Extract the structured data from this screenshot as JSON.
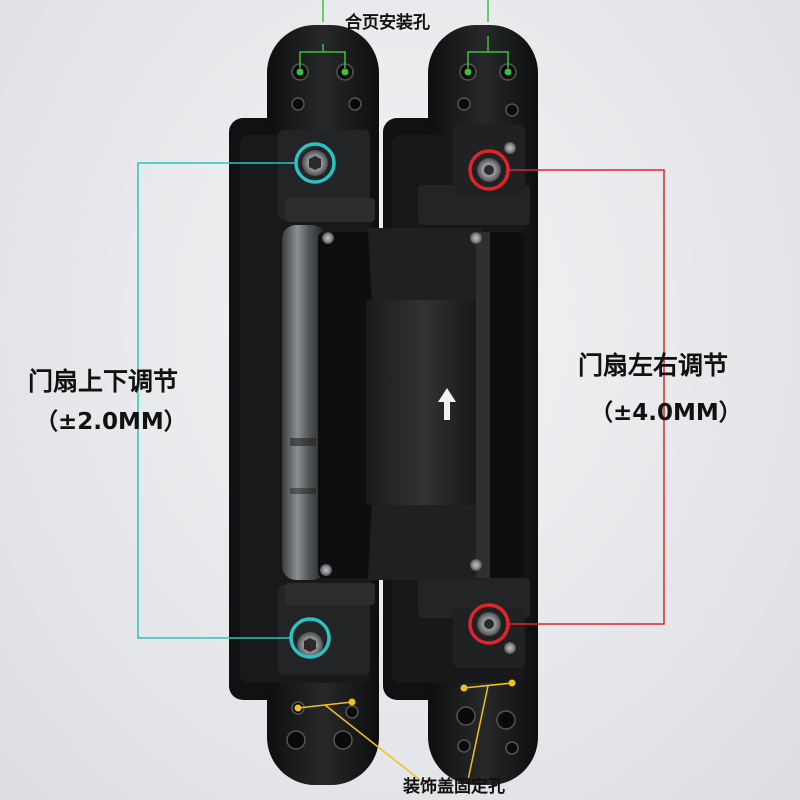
{
  "labels": {
    "mounting_holes": "合页安装孔",
    "cover_holes": "装饰盖固定孔",
    "vertical_adjust": "门扇上下调节",
    "vertical_range": "（±2.0MM）",
    "lateral_adjust": "门扇左右调节",
    "lateral_range": "（±4.0MM）"
  },
  "colors": {
    "vertical_marker": "#29c3c4",
    "lateral_marker": "#e0242a",
    "mounting_marker": "#3fbf3f",
    "cover_marker": "#f0c020",
    "hinge_body": "#151617"
  },
  "icons": [
    "hinge-product-image",
    "arrow-up-icon",
    "hex-screw-icon"
  ]
}
